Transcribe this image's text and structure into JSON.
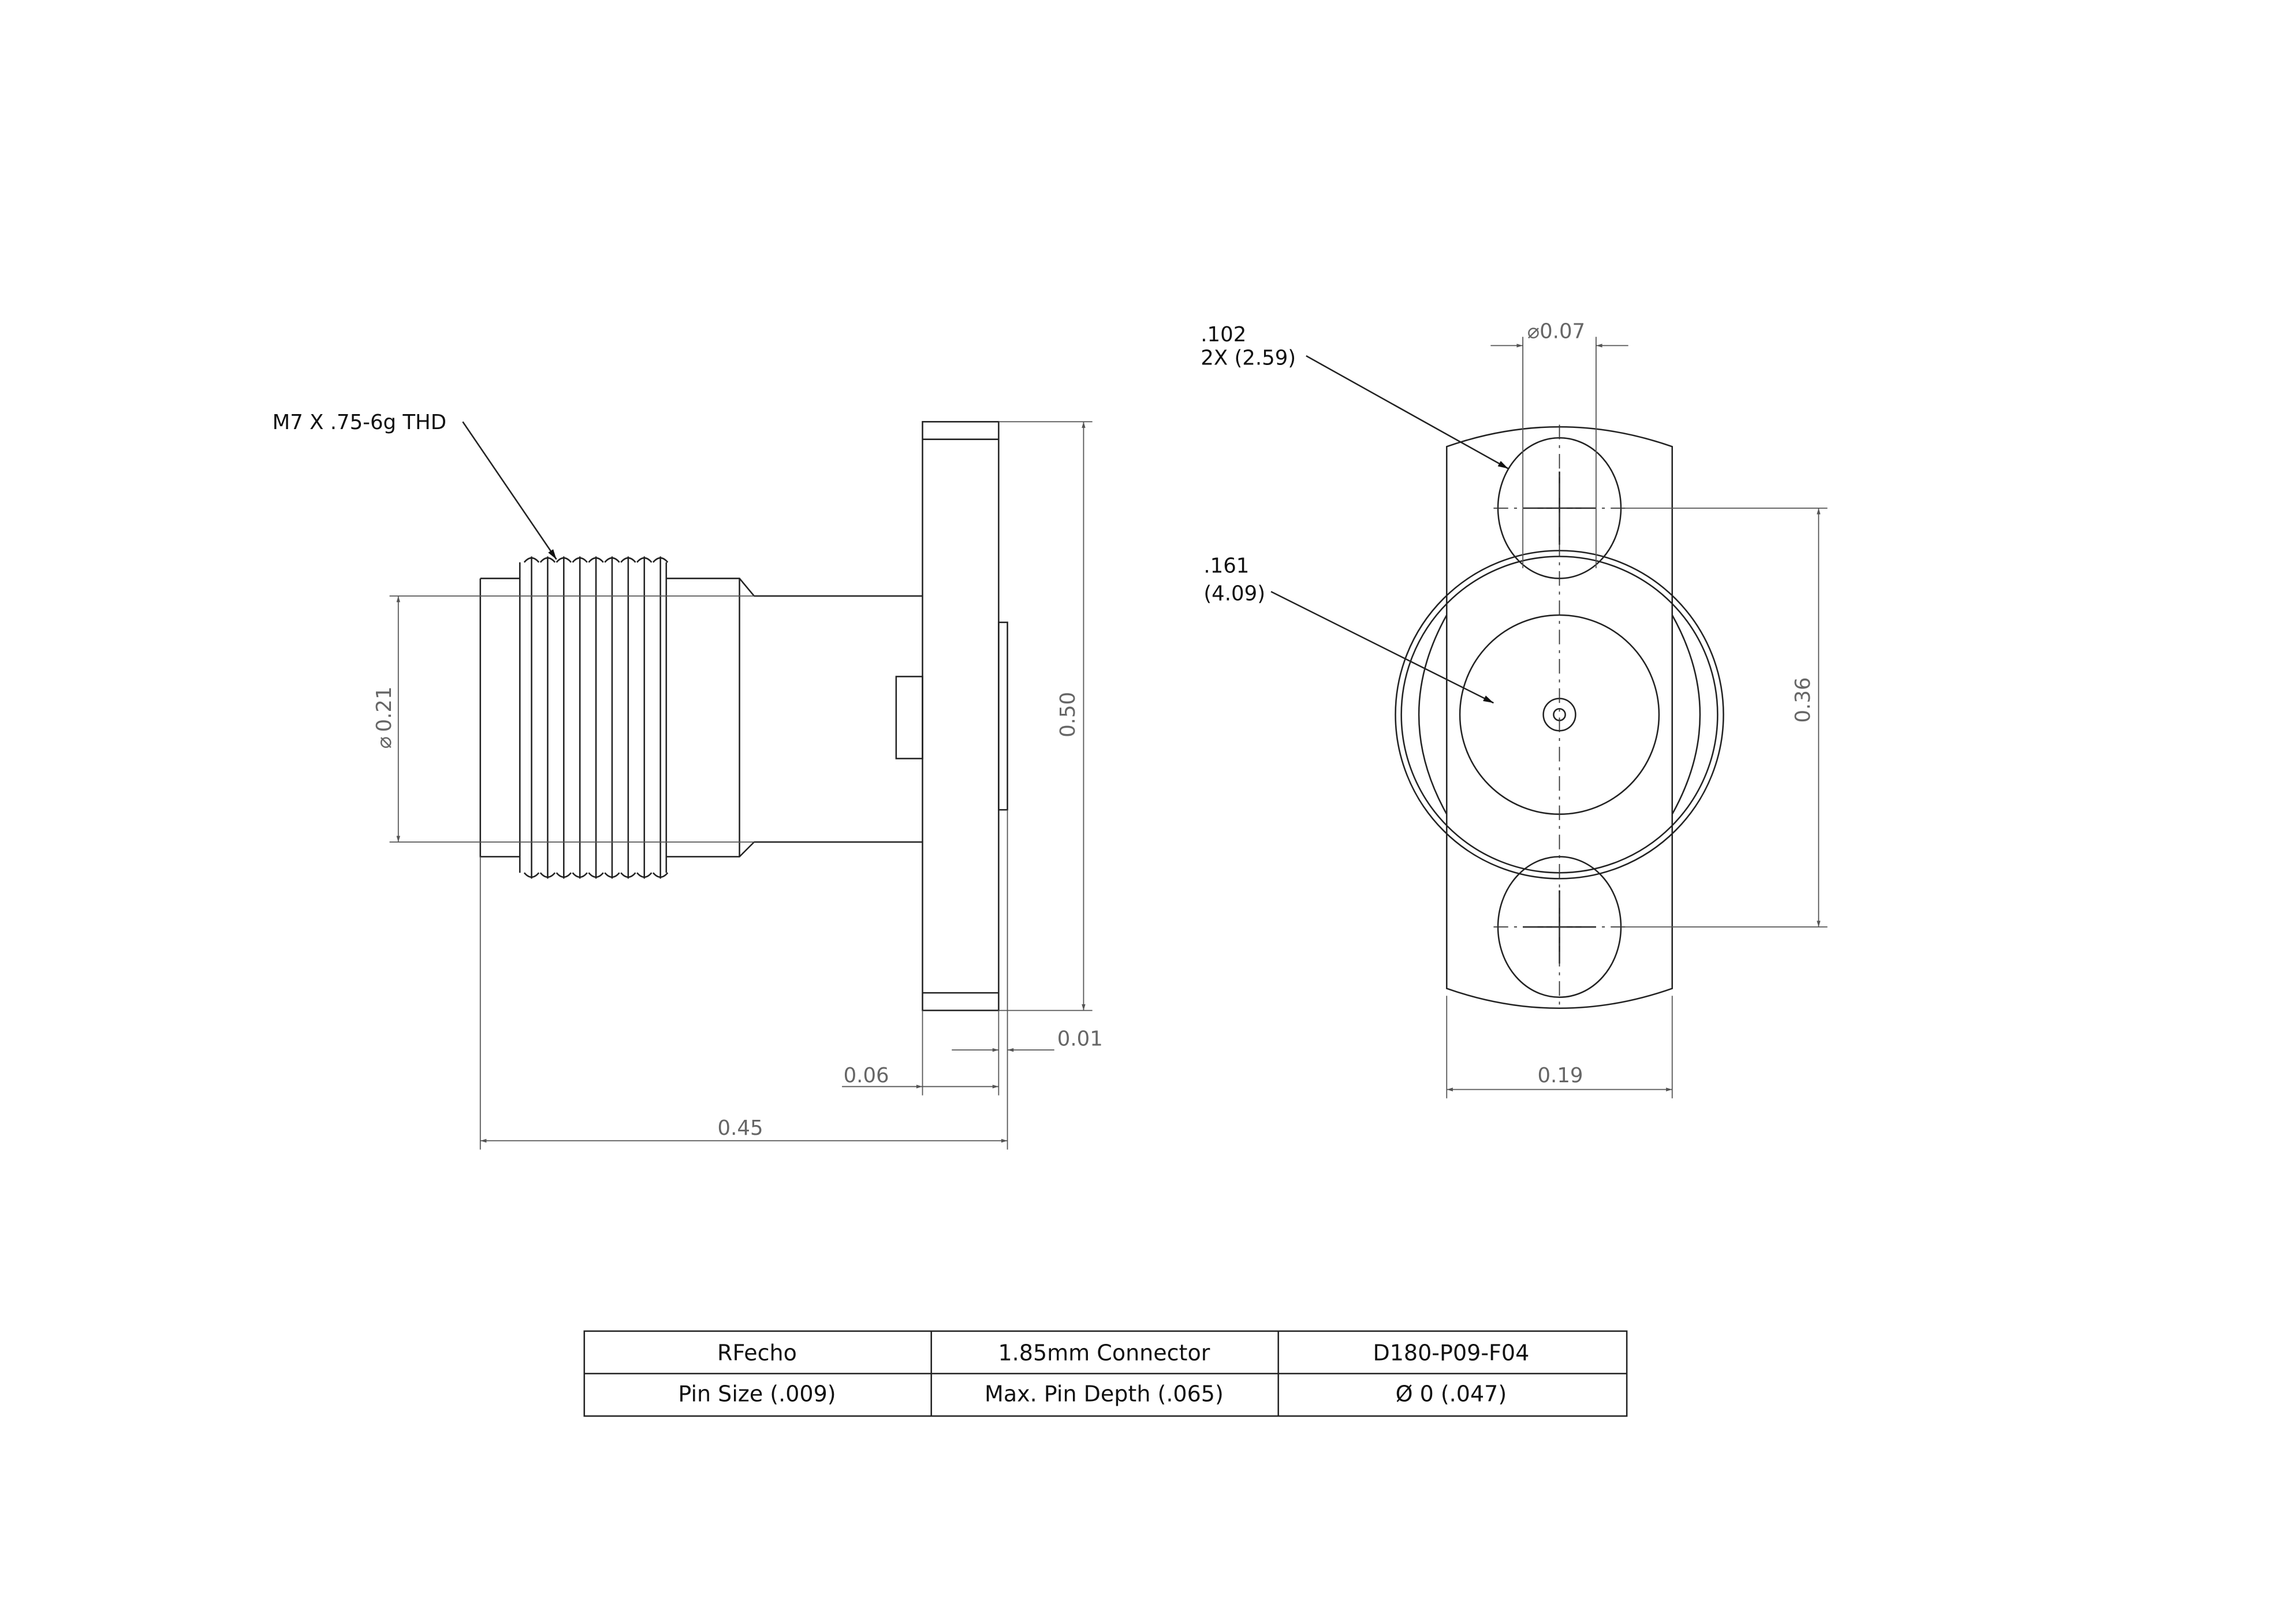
{
  "side_view": {
    "thread_note": "M7 X .75-6g THD",
    "dim_bore": "0.21",
    "dim_height": "0.50",
    "dim_flange": "0.06",
    "dim_step": "0.01",
    "dim_length": "0.45",
    "diameter_symbol": "⌀"
  },
  "front_view": {
    "hole_dim_in": ".102",
    "hole_dim_mm": "2X (2.59)",
    "bore_dim_in": ".161",
    "bore_dim_mm": "(4.09)",
    "dim_hole_dia": "0.07",
    "dim_hole_spacing": "0.36",
    "dim_width": "0.19",
    "diameter_symbol": "⌀"
  },
  "title_block": {
    "rows": [
      [
        "RFecho",
        "1.85mm Connector",
        "D180-P09-F04"
      ],
      [
        "Pin Size (.009)",
        "Max. Pin Depth (.065)",
        "Ø 0 (.047)"
      ]
    ]
  }
}
